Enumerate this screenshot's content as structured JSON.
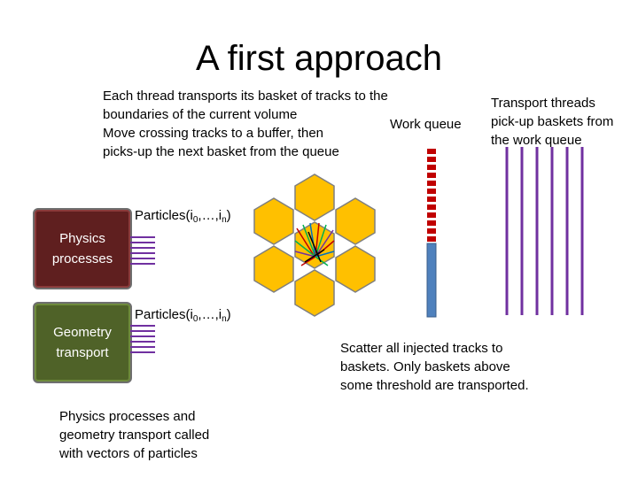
{
  "title": "A first approach",
  "intro_text": "Each thread transports its basket of tracks to the\nboundaries of the current volume\nMove crossing tracks to a buffer, then\npicks-up the next basket from the queue",
  "work_queue_label": "Work queue",
  "transport_threads_text": "Transport threads\npick-up baskets from\nthe work queue",
  "particles_label_top": {
    "prefix": "Particles(i",
    "sub0": "0",
    "mid": ",…,i",
    "subn": "n",
    "suffix": ")"
  },
  "particles_label_bottom": {
    "prefix": "Particles(i",
    "sub0": "0",
    "mid": ",…,i",
    "subn": "n",
    "suffix": ")"
  },
  "physics_box_label": "Physics\nprocesses",
  "geometry_box_label": "Geometry\ntransport",
  "scatter_text": "Scatter all injected tracks to\nbaskets. Only baskets above\nsome threshold are transported.",
  "bottom_note": "Physics processes and\ngeometry transport called\nwith vectors of particles",
  "colors": {
    "physics_box": "#5f1f1f",
    "geometry_box": "#4f6228",
    "hexagon_fill": "#ffc000",
    "hexagon_stroke": "#7f7f7f",
    "queue_item": "#c00000",
    "queue_bar": "#4f81bd",
    "thread_line": "#7030a0",
    "vector_lines": "#7030a0"
  }
}
